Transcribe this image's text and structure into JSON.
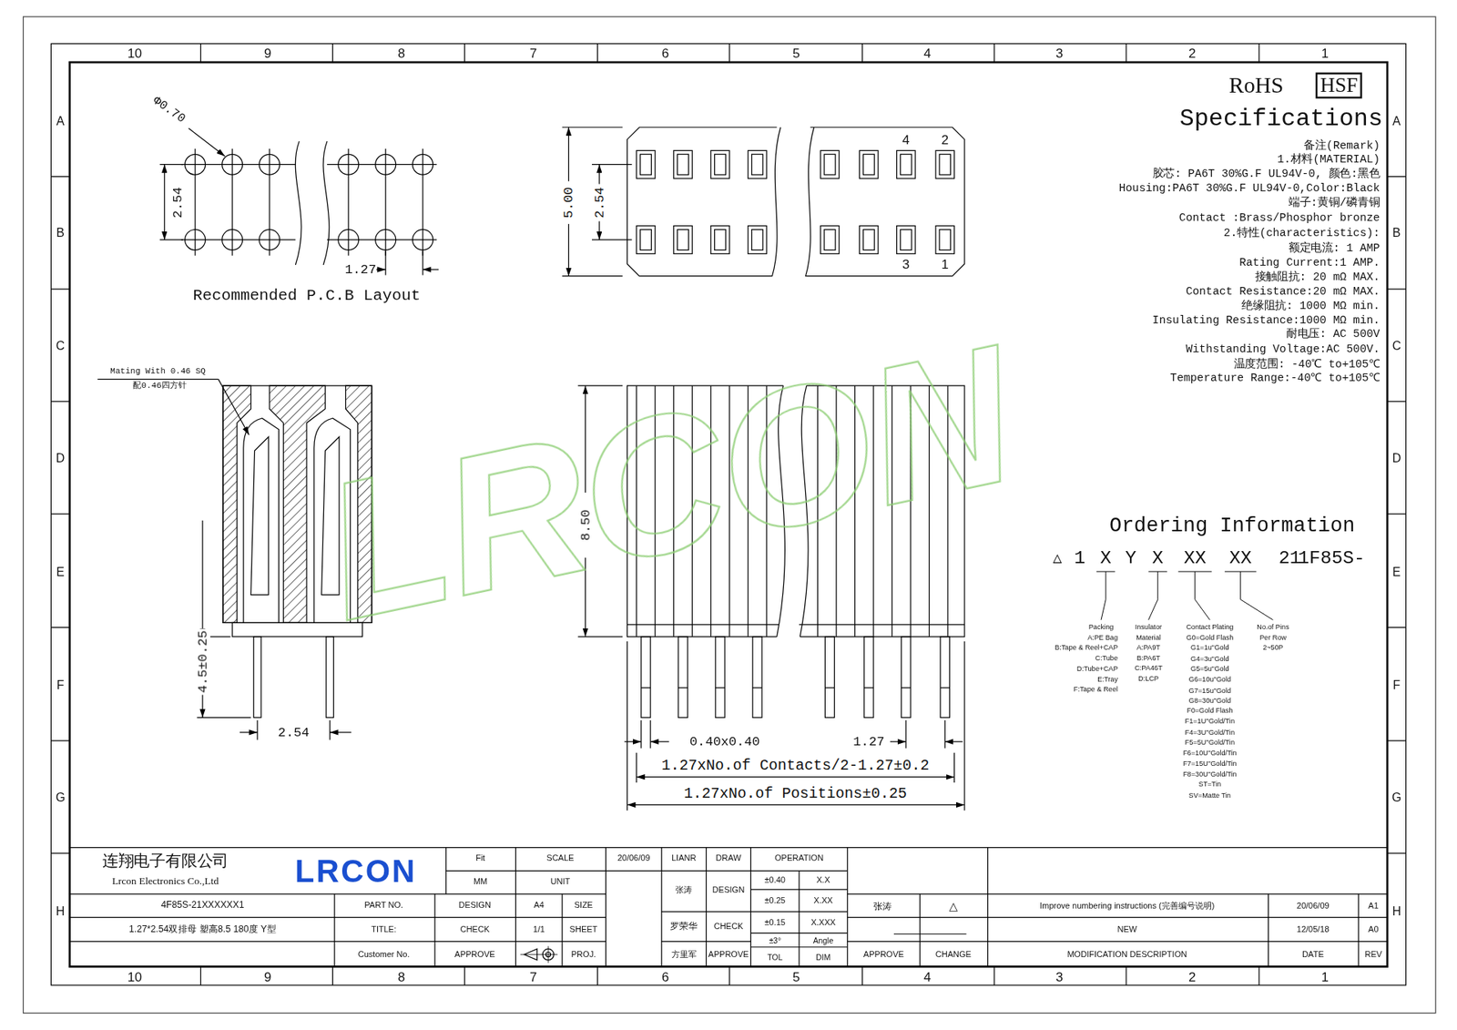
{
  "diagram": {
    "labels": [
      "10",
      "9",
      "8",
      "7",
      "6",
      "5",
      "4",
      "3",
      "2",
      "1",
      "10",
      "9",
      "8",
      "7",
      "6",
      "5",
      "4",
      "3",
      "2",
      "1",
      "A",
      "B",
      "C",
      "D",
      "E",
      "F",
      "G",
      "H",
      "A",
      "B",
      "C",
      "D",
      "E",
      "F",
      "G",
      "H",
      "HSF",
      "RoHS",
      "Specifications",
      "备注(Remark)",
      "1.材料(MATERIAL)",
      "胶芯: PA6T 30%G.F UL94V-0, 颜色:黑色",
      "Housing:PA6T 30%G.F UL94V-0,Color:Black",
      "端子:黄铜/磷青铜",
      "Contact :Brass/Phosphor bronze",
      "2.特性(characteristics):",
      "额定电流: 1 AMP",
      "Rating Current:1 AMP.",
      "接触阻抗: 20 mΩ MAX.",
      "Contact Resistance:20 mΩ MAX.",
      "绝缘阻抗: 1000 MΩ min.",
      "Insulating Resistance:1000 MΩ min.",
      "耐电压: AC 500V",
      "Withstanding Voltage:AC 500V.",
      "温度范围: -40℃ to+105℃",
      "Temperature Range:-40℃ to+105℃",
      "Ordering Information",
      "1F85S-",
      "21",
      "XX",
      "XX",
      "X",
      "Y",
      "X",
      "1",
      "△",
      "No.of Pins",
      "Per Row",
      "2~50P",
      "Contact Plating",
      "G0=Gold Flash",
      "G1=1u\"Gold",
      "G4=3u\"Gold",
      "G5=5u\"Gold",
      "G6=10u\"Gold",
      "G7=15u\"Gold",
      "G8=30u\"Gold",
      "F0=Gold Flash",
      "F1=1U\"Gold/Tin",
      "F4=3U\"Gold/Tin",
      "F5=5U\"Gold/Tin",
      "F6=10U\"Gold/Tin",
      "F7=15U\"Gold/Tin",
      "F8=30U\"Gold/Tin",
      "ST=Tin",
      "SV=Matte Tin",
      "Insulator",
      "Material",
      "A:PA9T",
      "B:PA6T",
      "C:PA46T",
      "D:LCP",
      "Packing",
      "A:PE Bag",
      "B:Tape & Reel+CAP",
      "C:Tube",
      "D:Tube+CAP",
      "E:Tray",
      "F:Tape & Reel",
      "Φ0.70",
      "2.54",
      "1.27",
      "Recommended P.C.B Layout",
      "2",
      "4",
      "1",
      "3",
      "5.00",
      "2.54",
      "Mating With 0.46 SQ",
      "配0.46四方针",
      "4.5±0.25",
      "2.54",
      "8.50",
      "0.40x0.40",
      "1.27",
      "1.27xNo.of Contacts/2-1.27±0.2",
      "1.27xNo.of Positions±0.25",
      "连翔电子有限公司",
      "Lrcon Electronics Co.,Ltd",
      "LRCON",
      "Fit",
      "SCALE",
      "20/06/09",
      "LIANR",
      "DRAW",
      "OPERATION",
      "MM",
      "UNIT",
      "张涛",
      "DESIGN",
      "±0.40",
      "X.X",
      "4F85S-21XXXXXX1",
      "PART NO.",
      "DESIGN",
      "A4",
      "SIZE",
      "±0.25",
      "X.XX",
      "张涛",
      "△",
      "Improve numbering instructions (完善编号说明)",
      "20/06/09",
      "A1",
      "1.27*2.54双排母 塑高8.5 180度 Y型",
      "TITLE:",
      "CHECK",
      "1/1",
      "SHEET",
      "罗荣华",
      "CHECK",
      "±0.15",
      "X.XXX",
      "NEW",
      "12/05/18",
      "A0",
      "±3°",
      "Angle",
      "Customer No.",
      "APPROVE",
      "PROJ.",
      "方里军",
      "APPROVE",
      "TOL",
      "DIM",
      "APPROVE",
      "CHANGE",
      "MODIFICATION DESCRIPTION",
      "DATE",
      "REV",
      "LRCON"
    ]
  }
}
